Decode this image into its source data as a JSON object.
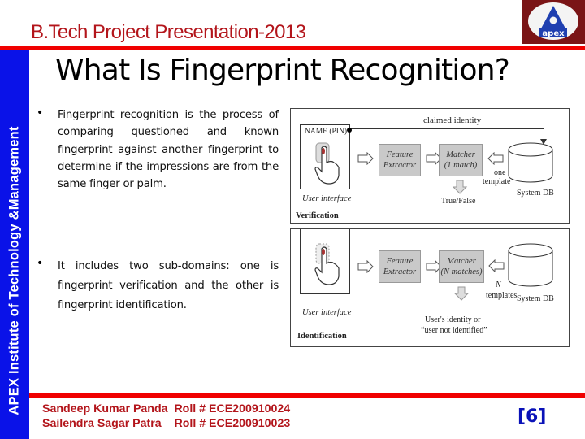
{
  "header": {
    "title": "B.Tech Project Presentation-2013",
    "logo_text": "apex",
    "logo_icon": "apex-triangle-logo"
  },
  "sidebar": {
    "institute": "APEX Institute of Technology &Management"
  },
  "slide": {
    "title": "What Is Fingerprint Recognition?",
    "bullets": [
      {
        "marker": "•",
        "text": "Fingerprint recognition is the process of comparing questioned and known fingerprint against another fingerprint to determine if the impressions are from the same finger or palm."
      },
      {
        "marker": "•",
        "text": "It includes two sub-domains: one is fingerprint verification and the other is fingerprint identification."
      }
    ]
  },
  "diagrams": {
    "verification": {
      "name": "Verification",
      "ui_label": "User interface",
      "input_label": "NAME (PIN)",
      "claimed_identity": "claimed identity",
      "feature_extractor": [
        "Feature",
        "Extractor"
      ],
      "matcher": [
        "Matcher",
        "(1 match)"
      ],
      "templates_label": [
        "one",
        "template"
      ],
      "db_label": "System DB",
      "output": "True/False"
    },
    "identification": {
      "name": "Identification",
      "ui_label": "User interface",
      "feature_extractor": [
        "Feature",
        "Extractor"
      ],
      "matcher": [
        "Matcher",
        "(N matches)"
      ],
      "templates_label": [
        "N",
        "templates"
      ],
      "db_label": "System DB",
      "output": [
        "User's identity or",
        "“user not identified”"
      ]
    }
  },
  "footer": {
    "students": [
      {
        "name": "Sandeep Kumar Panda",
        "roll": "Roll # ECE200910024"
      },
      {
        "name": "Sailendra Sagar Patra",
        "roll": "Roll # ECE200910023"
      }
    ],
    "page": "[6]"
  },
  "colors": {
    "header_red": "#b3151b",
    "bar_red": "#f00000",
    "sidebar_blue": "#0a12e8",
    "logo_maroon": "#7a1416",
    "page_blue": "#0a12b8"
  }
}
